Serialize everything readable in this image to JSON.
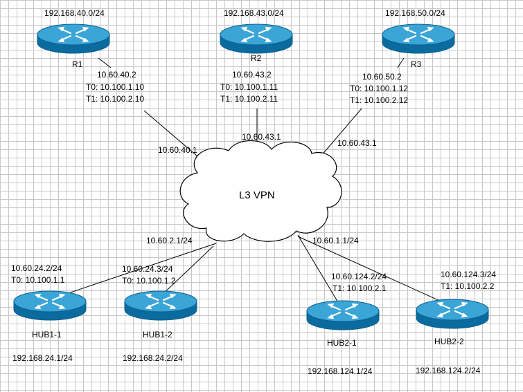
{
  "cloud": {
    "label": "L3 VPN"
  },
  "routers": {
    "r1": {
      "name": "R1",
      "network": "192.168.40.0/24",
      "ip": "10.60.40.2",
      "t0": "T0: 10.100.1.10",
      "t1": "T1: 10.100.2.10"
    },
    "r2": {
      "name": "R2",
      "network": "192.168.43.0/24",
      "ip": "10.60.43.2",
      "t0": "T0: 10.100.1.11",
      "t1": "T1: 10.100.2.11"
    },
    "r3": {
      "name": "R3",
      "network": "192.168.50.0/24",
      "ip": "10.60.50.2",
      "t0": "T0: 10.100.1.12",
      "t1": "T1: 10.100.2.12"
    },
    "hub1_1": {
      "name": "HUB1-1",
      "network": "192.168.24.1/24",
      "ip": "10.60.24.2/24",
      "tunnel": "T0: 10.100.1.1"
    },
    "hub1_2": {
      "name": "HUB1-2",
      "network": "192.168.24.2/24",
      "ip": "10.60.24.3/24",
      "tunnel": "T0: 10.100.1.2"
    },
    "hub2_1": {
      "name": "HUB2-1",
      "network": "192.168.124.1/24",
      "ip": "10.60.124.2/24",
      "tunnel": "T1: 10.100.2.1"
    },
    "hub2_2": {
      "name": "HUB2-2",
      "network": "192.168.124.2/24",
      "ip": "10.60.124.3/24",
      "tunnel": "T1: 10.100.2.2"
    }
  },
  "cloud_side": {
    "r1": "10.60.40.1",
    "r2": "10.60.43.1",
    "r3": "10.60.43.1",
    "hub1": "10.60.2.1/24",
    "hub2": "10.60.1.1/24"
  },
  "colors": {
    "router_top": "#3aa5d6",
    "router_body": "#0b6b9f",
    "router_rim": "#0a5f8e",
    "link": "#000000",
    "cloud_outline": "#000000"
  }
}
